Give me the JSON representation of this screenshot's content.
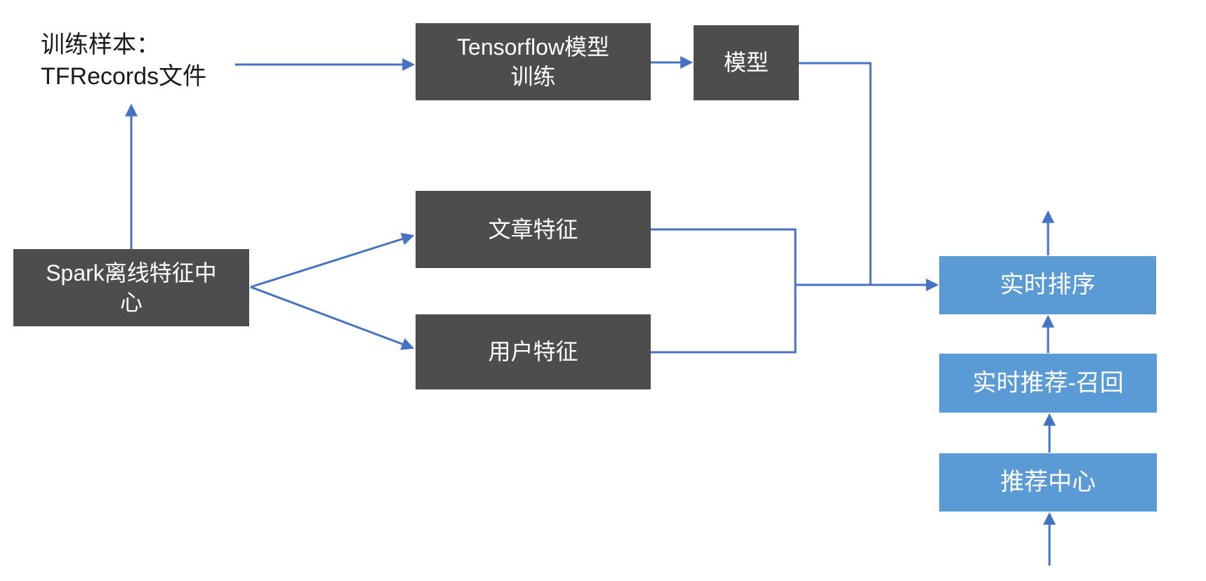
{
  "colors": {
    "background": "#ffffff",
    "dark_node_fill": "#4d4d4d",
    "blue_node_fill": "#5b9bd5",
    "node_text": "#ffffff",
    "connector": "#4472c4",
    "label_text": "#1a1a1a"
  },
  "diagram": {
    "training_samples_label": "训练样本：\nTFRecords文件",
    "nodes": {
      "tensorflow_training": {
        "label": "Tensorflow模型\n训练",
        "type": "dark"
      },
      "model": {
        "label": "模型",
        "type": "dark"
      },
      "article_features": {
        "label": "文章特征",
        "type": "dark"
      },
      "user_features": {
        "label": "用户特征",
        "type": "dark"
      },
      "spark_offline_feature_center": {
        "label": "Spark离线特征中\n心",
        "type": "dark"
      },
      "realtime_ranking": {
        "label": "实时排序",
        "type": "blue"
      },
      "realtime_recommend_recall": {
        "label": "实时推荐-召回",
        "type": "blue"
      },
      "recommend_center": {
        "label": "推荐中心",
        "type": "blue"
      }
    },
    "edges": [
      {
        "from": "spark_offline_feature_center",
        "to": "training_samples_label"
      },
      {
        "from": "training_samples_label",
        "to": "tensorflow_training"
      },
      {
        "from": "tensorflow_training",
        "to": "model"
      },
      {
        "from": "model",
        "to": "realtime_ranking"
      },
      {
        "from": "spark_offline_feature_center",
        "to": "article_features"
      },
      {
        "from": "spark_offline_feature_center",
        "to": "user_features"
      },
      {
        "from": "article_features",
        "to": "realtime_ranking"
      },
      {
        "from": "user_features",
        "to": "realtime_ranking"
      },
      {
        "from": "realtime_recommend_recall",
        "to": "realtime_ranking"
      },
      {
        "from": "recommend_center",
        "to": "realtime_recommend_recall"
      },
      {
        "from": "offscreen_bottom",
        "to": "recommend_center"
      },
      {
        "from": "realtime_ranking",
        "to": "offscreen_top"
      }
    ]
  }
}
